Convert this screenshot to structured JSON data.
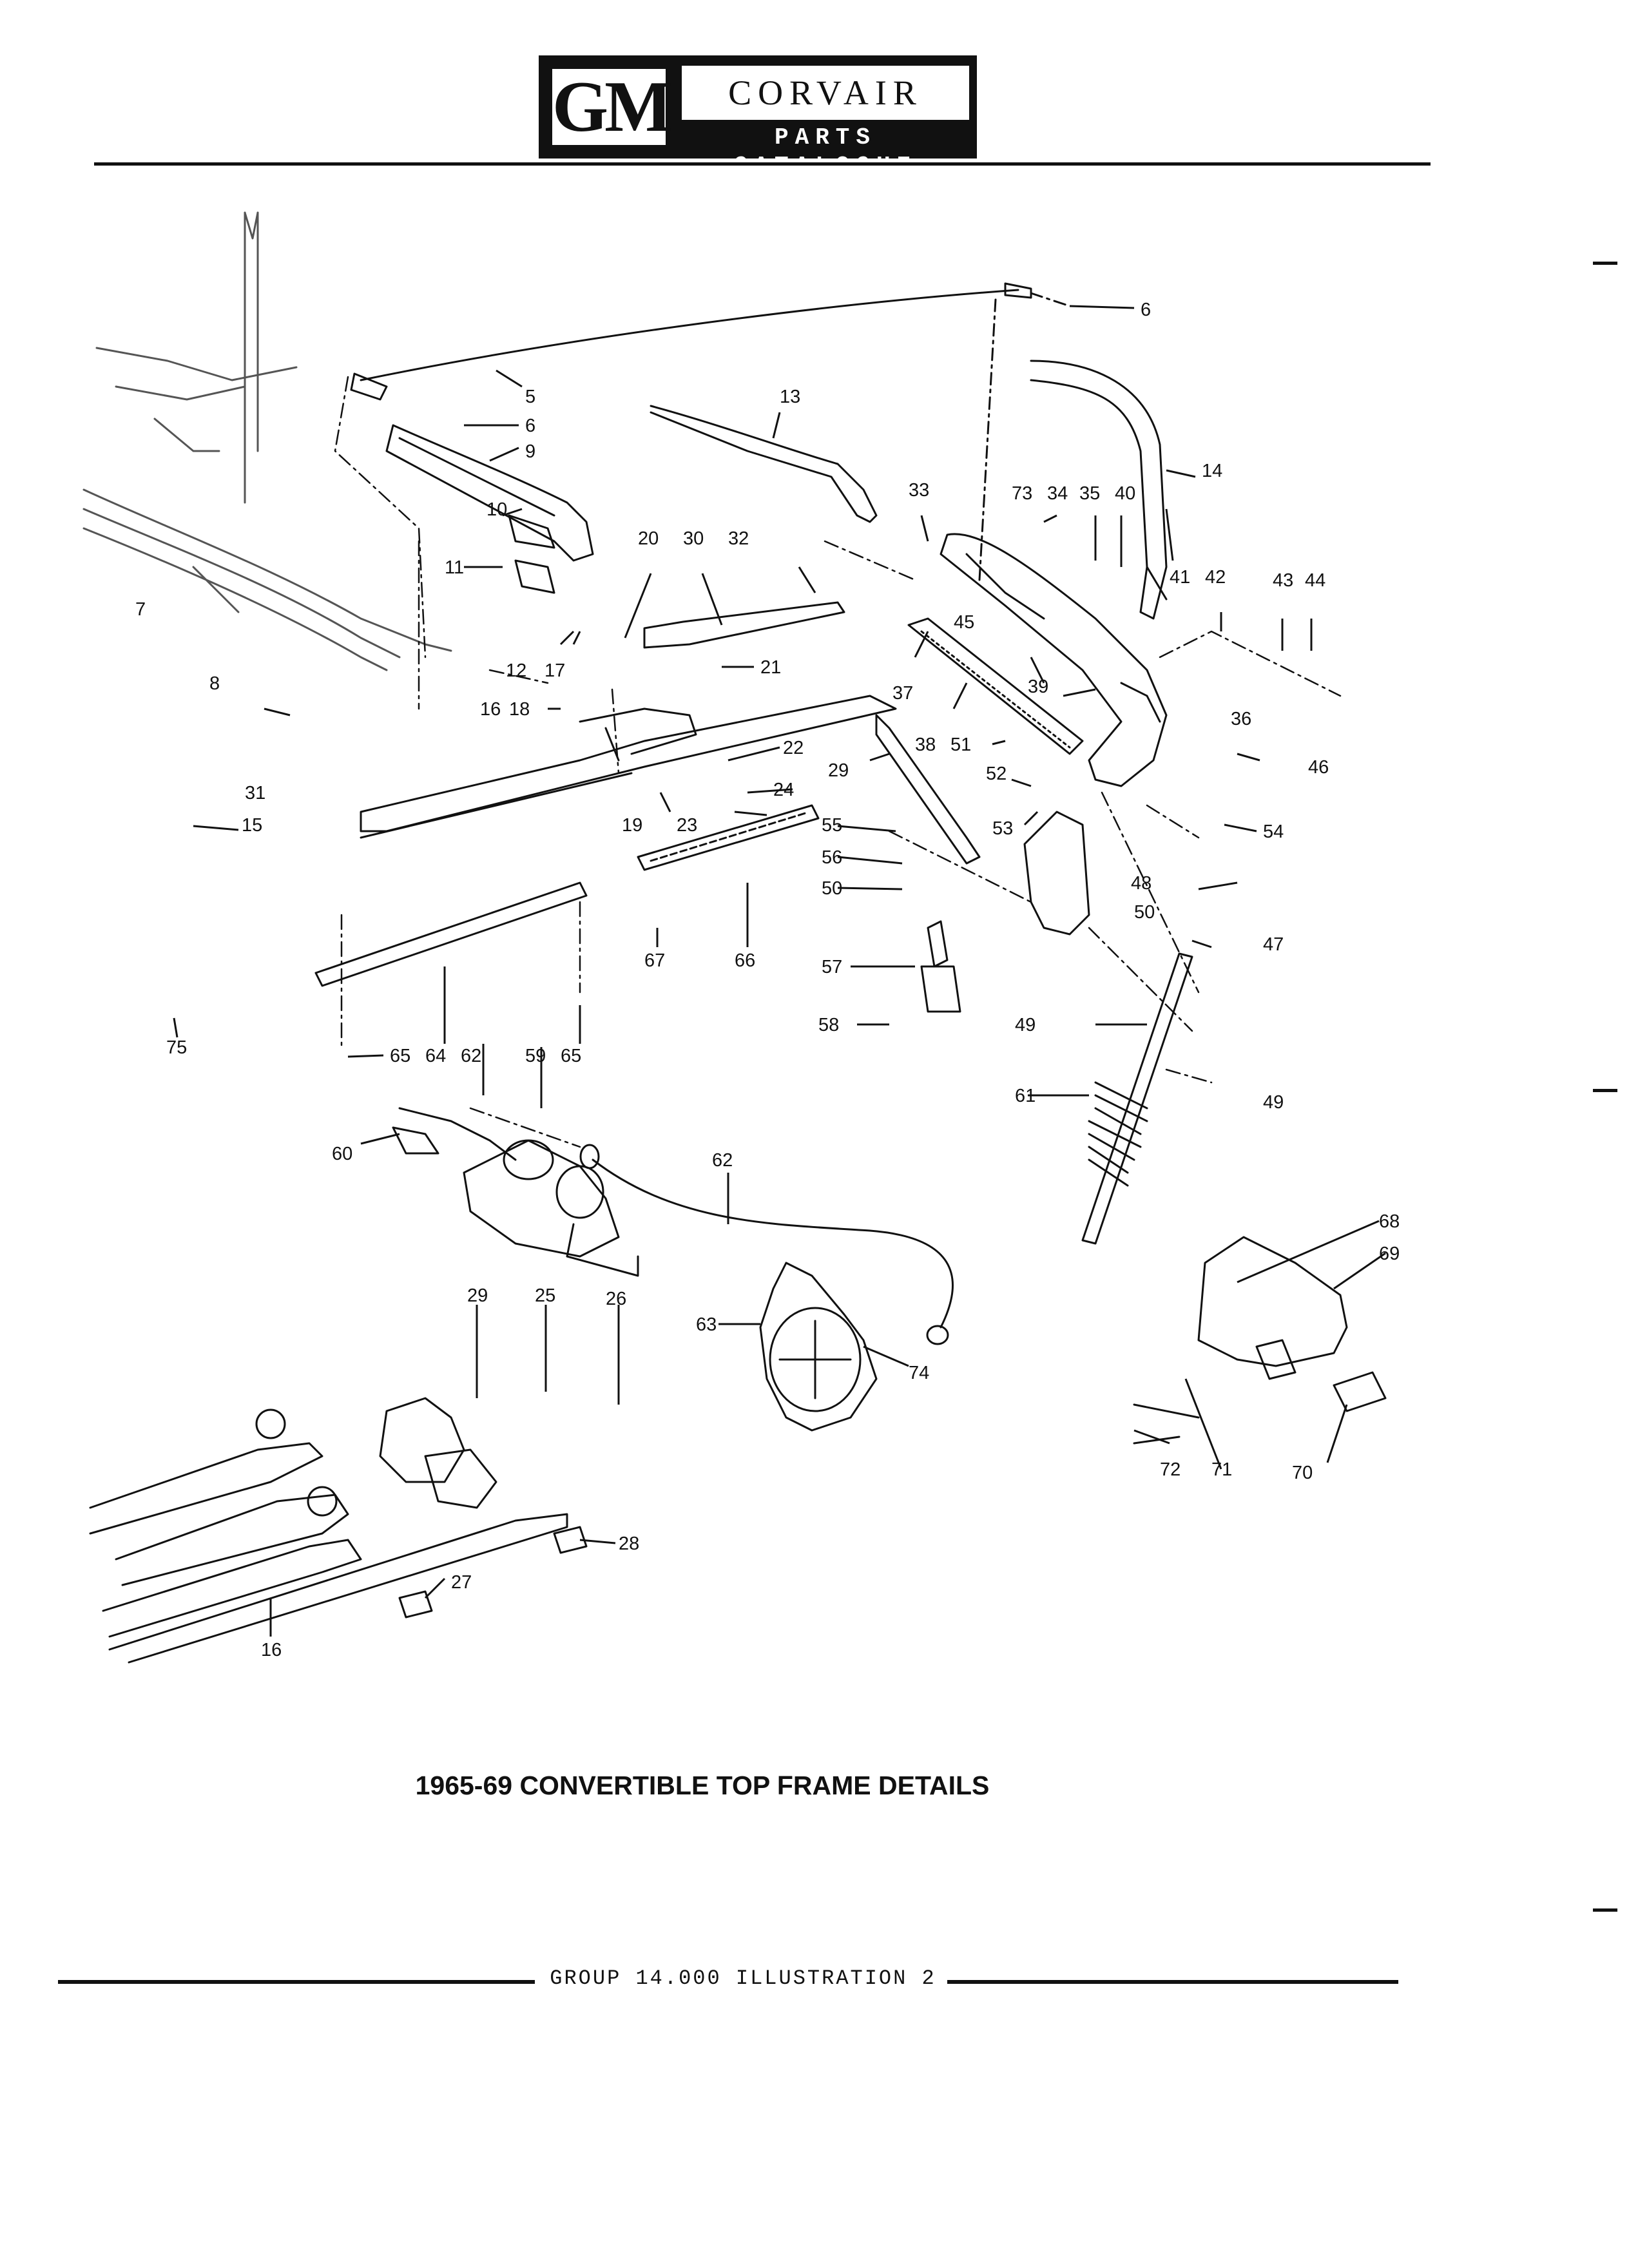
{
  "header": {
    "logo_text": "GM",
    "brand": "CORVAIR",
    "subtitle": "PARTS CATALOGUE"
  },
  "caption": "1965-69 CONVERTIBLE TOP FRAME DETAILS",
  "footer": {
    "label": "GROUP 14.000 ILLUSTRATION 2"
  },
  "callouts": {
    "c5": "5",
    "c6a": "6",
    "c6b": "6",
    "c7": "7",
    "c8": "8",
    "c9": "9",
    "c10": "10",
    "c11": "11",
    "c12": "12",
    "c13": "13",
    "c14": "14",
    "c15": "15",
    "c16a": "16",
    "c16b": "16",
    "c17": "17",
    "c18": "18",
    "c19": "19",
    "c20": "20",
    "c21": "21",
    "c22": "22",
    "c23": "23",
    "c24": "24",
    "c25": "25",
    "c26": "26",
    "c27": "27",
    "c28": "28",
    "c29a": "29",
    "c29b": "29",
    "c30": "30",
    "c31": "31",
    "c32": "32",
    "c33": "33",
    "c34": "34",
    "c35": "35",
    "c36": "36",
    "c37": "37",
    "c38": "38",
    "c39": "39",
    "c40": "40",
    "c41": "41",
    "c42": "42",
    "c43": "43",
    "c44": "44",
    "c45": "45",
    "c46": "46",
    "c47": "47",
    "c48": "48",
    "c49a": "49",
    "c49b": "49",
    "c50a": "50",
    "c50b": "50",
    "c51": "51",
    "c52": "52",
    "c53": "53",
    "c54": "54",
    "c55": "55",
    "c56": "56",
    "c57": "57",
    "c58": "58",
    "c59": "59",
    "c60": "60",
    "c61": "61",
    "c62a": "62",
    "c62b": "62",
    "c63": "63",
    "c64": "64",
    "c65a": "65",
    "c65b": "65",
    "c66": "66",
    "c67": "67",
    "c68": "68",
    "c69": "69",
    "c70": "70",
    "c71": "71",
    "c72": "72",
    "c73": "73",
    "c74": "74",
    "c75": "75"
  }
}
